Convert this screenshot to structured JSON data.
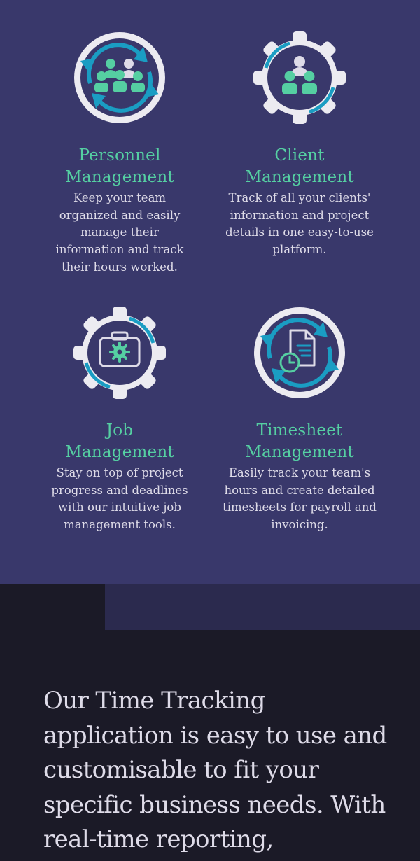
{
  "colors": {
    "section_bg": "#39386b",
    "accent_green": "#55cfa2",
    "accent_blue": "#1a9dc3",
    "dark_bg": "#1b1a27",
    "text_light": "#dedbe8"
  },
  "features": [
    {
      "icon": "team-cycle-icon",
      "title_line1": "Personnel",
      "title_line2": "Management",
      "description": "Keep your team organized and easily manage their information and track their hours worked."
    },
    {
      "icon": "client-gear-icon",
      "title_line1": "Client",
      "title_line2": "Management",
      "description": "Track of all your clients' information and project details in one easy-to-use platform."
    },
    {
      "icon": "briefcase-gear-icon",
      "title_line1": "Job",
      "title_line2": "Management",
      "description": "Stay on top of project progress and deadlines with our intuitive job management tools."
    },
    {
      "icon": "timesheet-cycle-icon",
      "title_line1": "Timesheet",
      "title_line2": "Management",
      "description": "Easily track your team's hours and create detailed timesheets for payroll and invoicing."
    }
  ],
  "intro": {
    "text": "Our Time Tracking application is easy to use and customisable to fit your specific business needs. With real-time reporting,"
  }
}
